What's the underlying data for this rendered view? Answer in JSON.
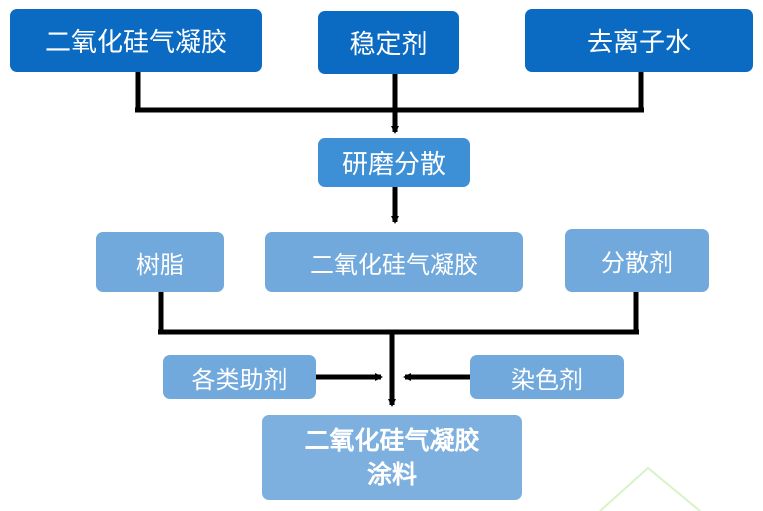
{
  "diagram": {
    "top_row": {
      "silica_gel": "二氧化硅气凝胶",
      "stabilizer": "稳定剂",
      "deionized_water": "去离子水"
    },
    "grinding": "研磨分散",
    "middle_row": {
      "resin": "树脂",
      "silica_gel": "二氧化硅气凝胶",
      "dispersant": "分散剂"
    },
    "additives": {
      "auxiliaries": "各类助剂",
      "colorant": "染色剂"
    },
    "result": {
      "line1": "二氧化硅气凝胶",
      "line2": "涂料"
    }
  },
  "colors": {
    "dark_box": "#0b6bc2",
    "mid_box": "#3d8fd6",
    "light_box": "#72a9dd",
    "final_box": "#7eb0df",
    "connector": "#000000"
  }
}
